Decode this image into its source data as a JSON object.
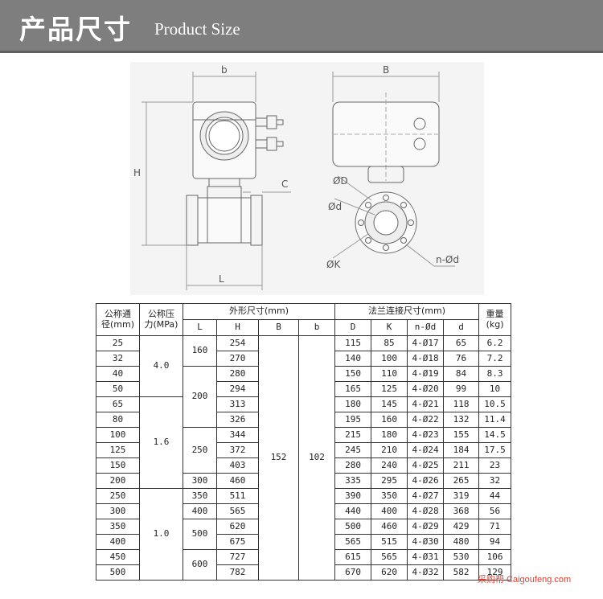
{
  "header": {
    "title_cn": "产品尺寸",
    "title_en": "Product Size"
  },
  "drawing": {
    "labels": {
      "b": "b",
      "H": "H",
      "C": "C",
      "L": "L",
      "B": "B",
      "D": "ØD",
      "d": "Ød",
      "K": "ØK",
      "nd": "n-Ød"
    }
  },
  "table": {
    "head": {
      "nominal_dia": "公称通",
      "nominal_dia2": "径(mm)",
      "nominal_pressure": "公称压",
      "nominal_pressure2": "力(MPa)",
      "outline": "外形尺寸(mm)",
      "flange": "法兰连接尺寸(mm)",
      "weight": "重量",
      "weight2": "(kg)",
      "L": "L",
      "H": "H",
      "B": "B",
      "b": "b",
      "D": "D",
      "K": "K",
      "nd": "n-Ød",
      "d": "d"
    },
    "shared": {
      "B": "152",
      "b": "102"
    },
    "pressure_groups": [
      {
        "value": "4.0",
        "rows": 4
      },
      {
        "value": "1.6",
        "rows": 6
      },
      {
        "value": "1.0",
        "rows": 6
      }
    ],
    "L_groups": [
      {
        "value": "160",
        "rows": 2
      },
      {
        "value": "200",
        "rows": 4
      },
      {
        "value": "250",
        "rows": 3
      },
      {
        "value": "300",
        "rows": 1
      },
      {
        "value": "350",
        "rows": 1
      },
      {
        "value": "400",
        "rows": 1
      },
      {
        "value": "500",
        "rows": 2
      },
      {
        "value": "600",
        "rows": 3
      }
    ],
    "rows": [
      {
        "dn": "25",
        "H": "254",
        "D": "115",
        "K": "85",
        "nd": "4-Ø17",
        "d": "65",
        "w": "6.2"
      },
      {
        "dn": "32",
        "H": "270",
        "D": "140",
        "K": "100",
        "nd": "4-Ø18",
        "d": "76",
        "w": "7.2"
      },
      {
        "dn": "40",
        "H": "280",
        "D": "150",
        "K": "110",
        "nd": "4-Ø19",
        "d": "84",
        "w": "8.3"
      },
      {
        "dn": "50",
        "H": "294",
        "D": "165",
        "K": "125",
        "nd": "4-Ø20",
        "d": "99",
        "w": "10"
      },
      {
        "dn": "65",
        "H": "313",
        "D": "180",
        "K": "145",
        "nd": "4-Ø21",
        "d": "118",
        "w": "10.5"
      },
      {
        "dn": "80",
        "H": "326",
        "D": "195",
        "K": "160",
        "nd": "4-Ø22",
        "d": "132",
        "w": "11.4"
      },
      {
        "dn": "100",
        "H": "344",
        "D": "215",
        "K": "180",
        "nd": "4-Ø23",
        "d": "155",
        "w": "14.5"
      },
      {
        "dn": "125",
        "H": "372",
        "D": "245",
        "K": "210",
        "nd": "4-Ø24",
        "d": "184",
        "w": "17.5"
      },
      {
        "dn": "150",
        "H": "403",
        "D": "280",
        "K": "240",
        "nd": "4-Ø25",
        "d": "211",
        "w": "23"
      },
      {
        "dn": "200",
        "H": "460",
        "D": "335",
        "K": "295",
        "nd": "4-Ø26",
        "d": "265",
        "w": "32"
      },
      {
        "dn": "250",
        "H": "511",
        "D": "390",
        "K": "350",
        "nd": "4-Ø27",
        "d": "319",
        "w": "44"
      },
      {
        "dn": "300",
        "H": "565",
        "D": "440",
        "K": "400",
        "nd": "4-Ø28",
        "d": "368",
        "w": "56"
      },
      {
        "dn": "350",
        "H": "620",
        "D": "500",
        "K": "460",
        "nd": "4-Ø29",
        "d": "429",
        "w": "71"
      },
      {
        "dn": "400",
        "H": "675",
        "D": "565",
        "K": "515",
        "nd": "4-Ø30",
        "d": "480",
        "w": "94"
      },
      {
        "dn": "450",
        "H": "727",
        "D": "615",
        "K": "565",
        "nd": "4-Ø31",
        "d": "530",
        "w": "106"
      },
      {
        "dn": "500",
        "H": "782",
        "D": "670",
        "K": "620",
        "nd": "4-Ø32",
        "d": "582",
        "w": "129"
      }
    ]
  },
  "watermark": "采购帮 Caigoufeng.com"
}
